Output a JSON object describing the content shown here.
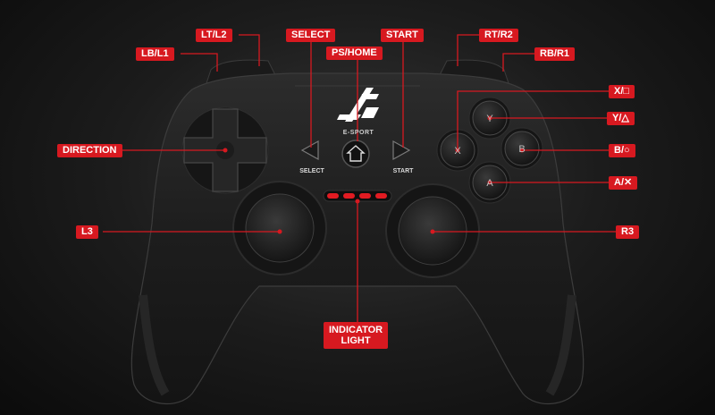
{
  "labels": {
    "lb_l1": "LB/L1",
    "lt_l2": "LT/L2",
    "select": "SELECT",
    "ps_home": "PS/HOME",
    "start": "START",
    "rt_r2": "RT/R2",
    "rb_r1": "RB/R1",
    "x_square": "X/□",
    "y_triangle": "Y/△",
    "b_circle": "B/○",
    "a_cross": "A/✕",
    "direction": "DIRECTION",
    "l3": "L3",
    "r3": "R3",
    "indicator_light_line1": "INDICATOR",
    "indicator_light_line2": "LIGHT"
  },
  "controller": {
    "logo_text": "E-SPORT",
    "select_text": "SELECT",
    "start_text": "START",
    "face_buttons": {
      "y": "Y",
      "x": "X",
      "b": "B",
      "a": "A"
    }
  },
  "colors": {
    "accent": "#d71920",
    "leader_line": "#d71920",
    "label_text": "#ffffff",
    "controller_body": "#1e1e1e"
  }
}
